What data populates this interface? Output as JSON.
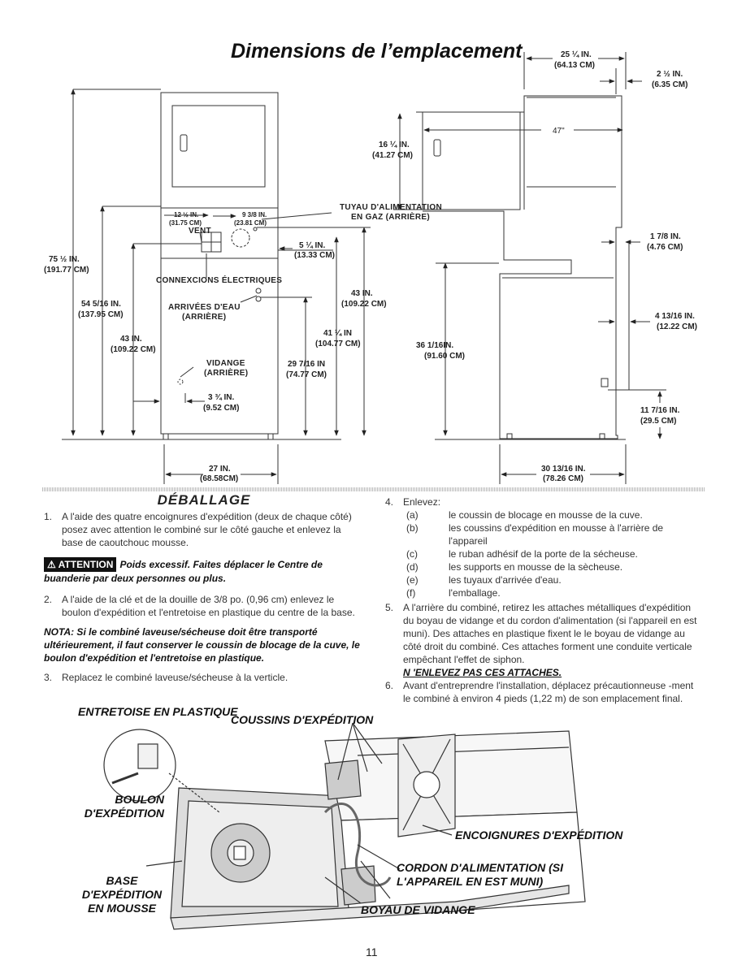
{
  "title": "Dimensions de l’emplacement",
  "diagram": {
    "labels": {
      "tuyau_gaz_1": "TUYAU D'ALIMENTATION",
      "tuyau_gaz_2": "EN GAZ (ARRIÈRE)",
      "vent": "VENT",
      "connexions": "CONNEXCIONS ÉLECTRIQUES",
      "arrivees_1": "ARRIVÉES D'EAU",
      "arrivees_2": "(ARRIÈRE)",
      "vidange_1": "VIDANGE",
      "vidange_2": "(ARRIÈRE)"
    },
    "dims": {
      "d_75_in": "75 ½ IN.",
      "d_75_cm": "(191.77 CM)",
      "d_54_in": "54 5/16 IN.",
      "d_54_cm": "(137.95 CM)",
      "d_43l_in": "43 IN.",
      "d_43l_cm": "(109.22 CM)",
      "d_12_in": "12 ½ IN.",
      "d_12_cm": "(31.75 CM)",
      "d_9_in": "9 3/8 IN.",
      "d_9_cm": "(23.81 CM)",
      "d_5_in": "5 ¼ IN.",
      "d_5_cm": "(13.33 CM)",
      "d_43r_in": "43 IN.",
      "d_43r_cm": "(109.22 CM)",
      "d_41_in": "41 ¼ IN",
      "d_41_cm": "(104.77 CM)",
      "d_29_in": "29 7/16 IN",
      "d_29_cm": "(74.77 CM)",
      "d_3_in": "3 ¾ IN.",
      "d_3_cm": "(9.52 CM)",
      "d_27_in": "27 IN.",
      "d_27_cm": "(68.58CM)",
      "d_25_in": "25 ¼ IN.",
      "d_25_cm": "(64.13 CM)",
      "d_2_in": "2 ½ IN.",
      "d_2_cm": "(6.35 CM)",
      "d_47": "47\"",
      "d_16_in": "16 ¼ IN.",
      "d_16_cm": "(41.27 CM)",
      "d_1_in": "1 7/8 IN.",
      "d_1_cm": "(4.76 CM)",
      "d_36_in": "36 1/16IN.",
      "d_36_cm": "(91.60 CM)",
      "d_4_in": "4 13/16 IN.",
      "d_4_cm": "(12.22 CM)",
      "d_11_in": "11 7/16 IN.",
      "d_11_cm": "(29.5 CM)",
      "d_30_in": "30 13/16 IN.",
      "d_30_cm": "(78.26 CM)"
    }
  },
  "left_col": {
    "heading": "DÉBALLAGE",
    "items": [
      {
        "num": "1.",
        "text": "A l'aide des quatre encoignures d'expédition (deux de chaque côté) posez avec attention le combiné sur le côté gauche et enlevez la base de caoutchouc mousse."
      },
      {
        "num": "2.",
        "text": "A l'aide de la clé et de la douille de 3/8 po. (0,96 cm) enlevez le boulon d'expédition et l'entretoise en plastique du centre de la base."
      },
      {
        "num": "3.",
        "text": "Replacez le combiné laveuse/sécheuse à la verticle."
      }
    ],
    "attention_badge": "ATTENTION",
    "attention_text": "Poids excessif.  Faites déplacer le Centre de buanderie par deux personnes ou plus.",
    "nota": "NOTA: Si le combiné laveuse/sécheuse doit être transporté ultérieurement, il faut conserver le coussin de blocage de la cuve, le boulon d'expédition et l'entretoise en plastique."
  },
  "right_col": {
    "item4": "Enlevez:",
    "subitems": [
      {
        "letter": "(a)",
        "text": "le coussin de blocage en mousse de la cuve."
      },
      {
        "letter": "(b)",
        "text": "les coussins d'expédition en mousse à l'arrière de l'appareil"
      },
      {
        "letter": "(c)",
        "text": "le ruban adhésif de la porte de la sécheuse."
      },
      {
        "letter": "(d)",
        "text": "les supports en mousse de la sècheuse."
      },
      {
        "letter": "(e)",
        "text": "les tuyaux d'arrivée d'eau."
      },
      {
        "letter": "(f)",
        "text": "l'emballage."
      }
    ],
    "item5": "A l'arrière du combiné, retirez les attaches métalliques d'expédition du boyau de vidange et du cordon d'alimentation (si l'appareil en est muni).  Des attaches en plastique fixent le le boyau de vidange au côté droit du combiné.  Ces attaches forment une conduite verticale empêchant l'effet de siphon.",
    "warning": "N 'ENLEVEZ PAS CES ATTACHES.",
    "item6": "Avant d'entreprendre l'installation, déplacez précautionneuse -ment le combiné à environ 4 pieds (1,22 m) de son emplacement final."
  },
  "illustration": {
    "entretoise": "ENTRETOISE EN PLASTIQUE",
    "coussins": "COUSSINS D'EXPÉDITION",
    "boulon": "BOULON D'EXPÉDITION",
    "encoignures": "ENCOIGNURES D'EXPÉDITION",
    "cordon": "CORDON D'ALIMENTATION (SI L'APPAREIL EN EST MUNI)",
    "base": "BASE D'EXPÉDITION EN MOUSSE",
    "boyau": "BOYAU DE VIDANGE"
  },
  "page_number": "11"
}
